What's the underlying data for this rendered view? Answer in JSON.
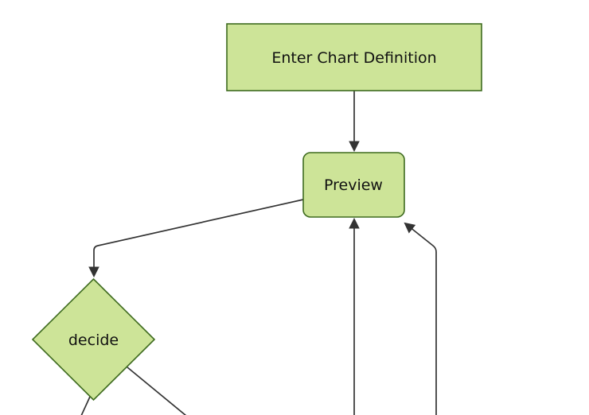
{
  "diagram": {
    "type": "flowchart",
    "direction": "top-down",
    "colors": {
      "background": "#ffffff",
      "node_fill": "#cde498",
      "node_border": "#3e6b1f",
      "edge_color": "#333333",
      "text_color": "#111111"
    },
    "nodes": [
      {
        "id": "enter-chart-definition",
        "shape": "rectangle",
        "label": "Enter Chart Definition"
      },
      {
        "id": "preview",
        "shape": "rounded-rectangle",
        "label": "Preview"
      },
      {
        "id": "decide",
        "shape": "diamond",
        "label": "decide"
      }
    ],
    "edges": [
      {
        "from": "enter-chart-definition",
        "to": "preview",
        "arrowhead": true
      },
      {
        "from": "preview",
        "to": "decide",
        "arrowhead": true
      },
      {
        "from": "offscreen-bottom-node-1",
        "to": "preview",
        "arrowhead": true
      },
      {
        "from": "offscreen-bottom-node-2",
        "to": "preview",
        "arrowhead": true
      },
      {
        "from": "decide",
        "to": "offscreen-bottom-node-1",
        "arrowhead": false
      },
      {
        "from": "decide",
        "to": "offscreen-bottom-node-2",
        "arrowhead": false
      }
    ]
  }
}
